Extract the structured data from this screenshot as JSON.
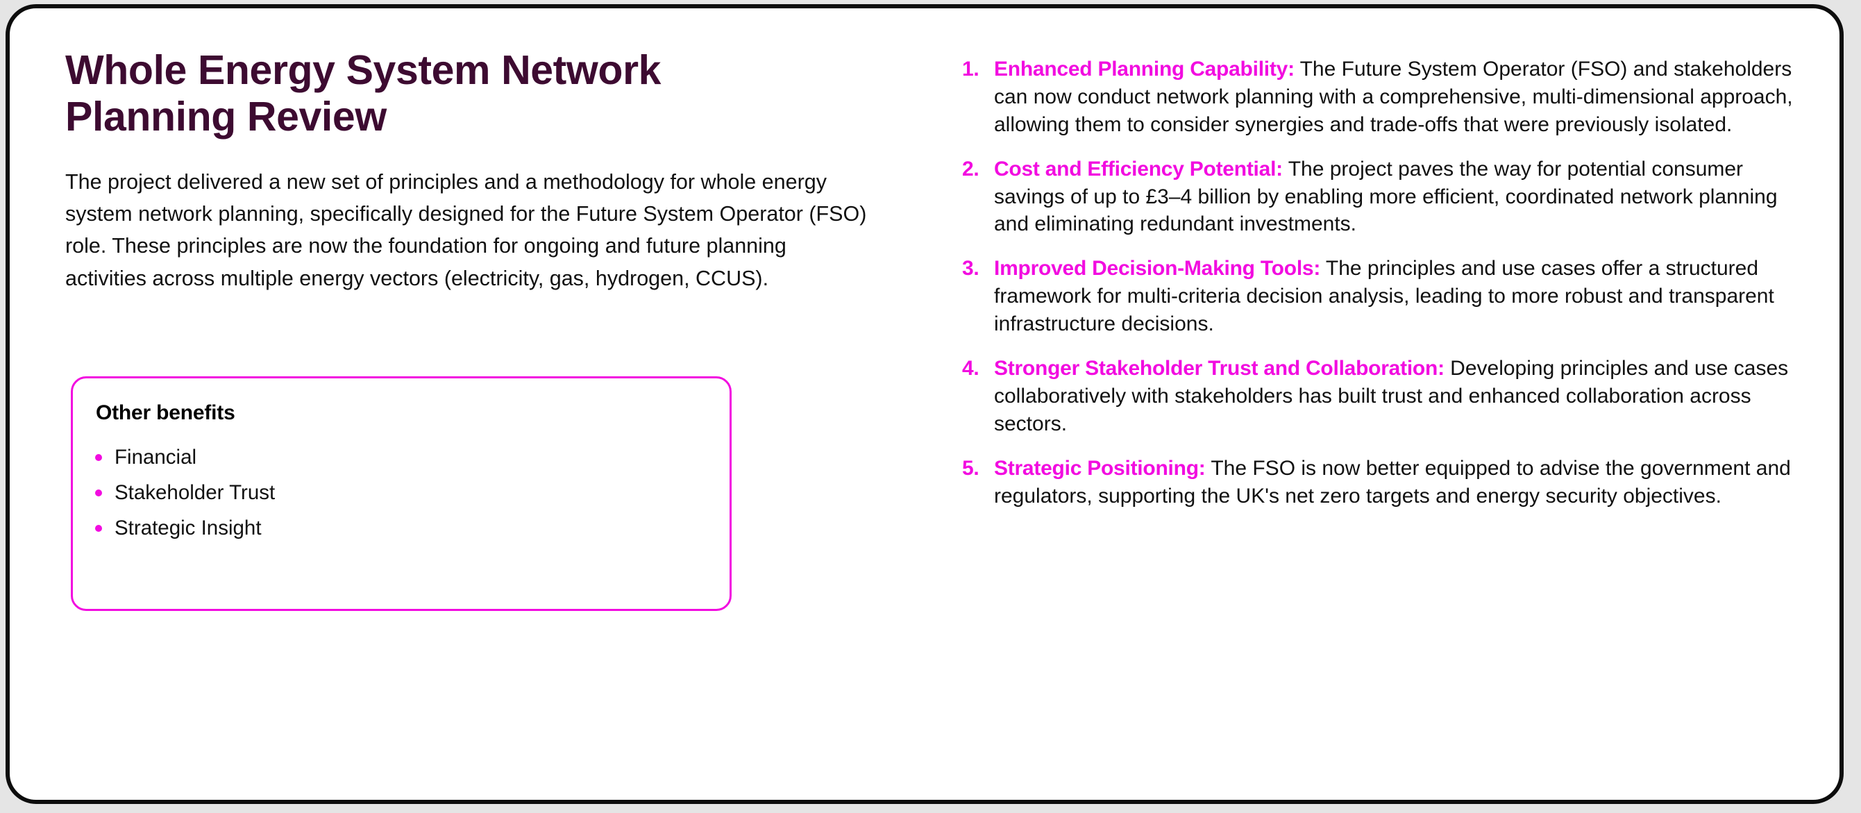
{
  "theme": {
    "title_color": "#3d0b31",
    "accent_color": "#f20ce0",
    "body_text_color": "#111111",
    "card_background": "#ffffff",
    "frame_border_color": "#0d0d0d",
    "page_background": "#e5e5e5"
  },
  "left": {
    "title": "Whole Energy System Network Planning Review",
    "intro": "The project delivered a new set of principles and a methodology for whole energy system network planning, specifically designed for the Future System Operator (FSO) role. These principles are now the foundation for ongoing and future planning activities across multiple energy vectors (electricity, gas, hydrogen, CCUS).",
    "benefits_box": {
      "title": "Other benefits",
      "items": [
        {
          "label": "Financial"
        },
        {
          "label": "Stakeholder Trust"
        },
        {
          "label": "Strategic Insight"
        }
      ]
    }
  },
  "right": {
    "outcomes": [
      {
        "number": "1.",
        "heading": "Enhanced Planning Capability:",
        "text": "The Future System Operator (FSO) and stakeholders can now conduct network planning with a comprehensive, multi-dimensional approach, allowing them to consider synergies and trade-offs that were previously isolated."
      },
      {
        "number": "2.",
        "heading": "Cost and Efficiency Potential:",
        "text": "The project paves the way for potential consumer savings of up to £3–4 billion by enabling more efficient, coordinated network planning and eliminating redundant investments."
      },
      {
        "number": "3.",
        "heading": "Improved Decision-Making Tools:",
        "text": "The principles and use cases offer a structured framework for multi-criteria decision analysis, leading to more robust and transparent infrastructure decisions."
      },
      {
        "number": "4.",
        "heading": "Stronger Stakeholder Trust and Collaboration:",
        "text": "Developing principles and use cases collaboratively with stakeholders has built trust and enhanced collaboration across sectors."
      },
      {
        "number": "5.",
        "heading": "Strategic Positioning:",
        "text": "The FSO is now better equipped to advise the government and regulators, supporting the UK's net zero targets and energy security objectives."
      }
    ]
  }
}
